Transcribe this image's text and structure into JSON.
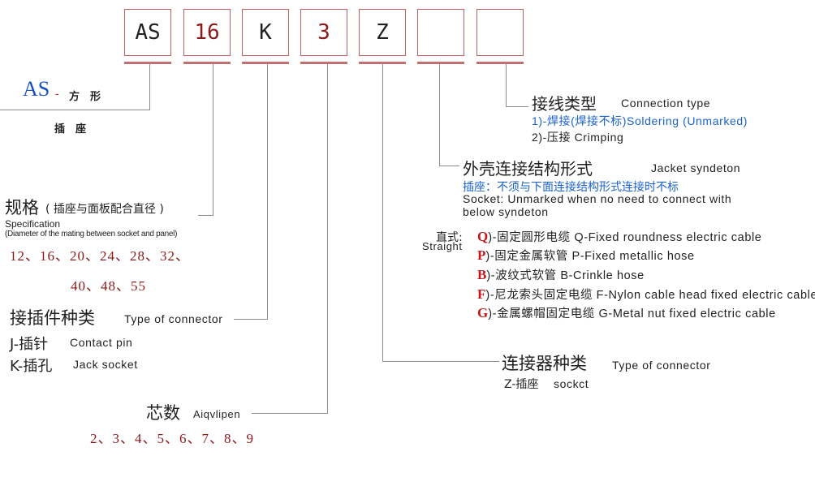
{
  "boxes": [
    {
      "text": "AS",
      "color": "#222222"
    },
    {
      "text": "16",
      "color": "#8b1a1a"
    },
    {
      "text": "K",
      "color": "#222222"
    },
    {
      "text": "3",
      "color": "#8b1a1a"
    },
    {
      "text": "Z",
      "color": "#222222"
    },
    {
      "text": "",
      "color": "#222222"
    },
    {
      "text": "",
      "color": "#222222"
    }
  ],
  "as_label": {
    "code": "AS",
    "dash": "-",
    "cn1": "方　形",
    "cn2": "插　座"
  },
  "connection_type": {
    "cn": "接线类型",
    "en": "Connection type",
    "opt1": "1)-焊接(焊接不标)Soldering (Unmarked)",
    "opt2": "2)-压接 Crimping"
  },
  "jacket": {
    "cn": "外壳连接结构形式",
    "en": "Jacket syndeton",
    "note_cn": "插座：不须与下面连接结构形式连接时不标",
    "note_en1": "Socket: Unmarked when no need to connect with",
    "note_en2": "below syndeton"
  },
  "straight": {
    "cn": "直式:",
    "en": "Straight",
    "items": [
      {
        "key": "Q",
        "text": ")-固定圆形电缆 Q-Fixed roundness electric cable"
      },
      {
        "key": "P",
        "text": ")-固定金属软管 P-Fixed metallic hose"
      },
      {
        "key": "B",
        "text": ")-波纹式软管 B-Crinkle hose"
      },
      {
        "key": "F",
        "text": ")-尼龙索头固定电缆 F-Nylon cable head fixed electric cable"
      },
      {
        "key": "G",
        "text": ")-金属螺帽固定电缆 G-Metal nut fixed electric cable"
      }
    ]
  },
  "spec": {
    "cn": "规格",
    "cn_paren": "( 插座与面板配合直径 )",
    "en": "Specification",
    "en_paren": "(Diameter of the mating between socket and panel)",
    "values1": "12、16、20、24、28、32、",
    "values2": "40、48、55"
  },
  "connector_kind": {
    "cn": "接插件种类",
    "en": "Type of connector",
    "j": "J-插针",
    "j_en": "Contact pin",
    "k": "K-插孔",
    "k_en": "Jack socket"
  },
  "core": {
    "cn": "芯数",
    "en": "Aiqvlipen",
    "values": "2、3、4、5、6、7、8、9"
  },
  "connector_type": {
    "cn": "连接器种类",
    "en": "Type of connector",
    "z": "Z-插座",
    "z_en": "sockct"
  }
}
